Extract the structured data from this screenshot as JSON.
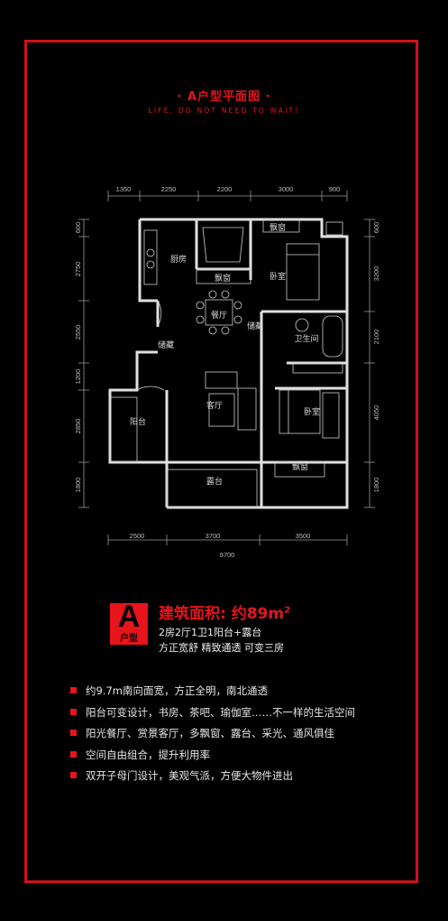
{
  "header": {
    "title": "· A户型平面图 ·",
    "slogan": "LIFE, DO NOT NEED TO WAIT!"
  },
  "plan": {
    "top_dims": [
      "1350",
      "2250",
      "2200",
      "3000",
      "900"
    ],
    "bottom_dims": [
      "2500",
      "3700",
      "3500"
    ],
    "total_width": "9700",
    "left_dims": [
      "600",
      "2750",
      "2550",
      "1200",
      "2850",
      "1800"
    ],
    "right_dims": [
      "600",
      "3200",
      "2100",
      "4050",
      "1800"
    ],
    "rooms": {
      "kitchen": "厨房",
      "bay_window_top": "飘窗",
      "bay_window_mid": "飘窗",
      "bedroom_top": "卧室",
      "dining": "餐厅",
      "storage_left": "储藏",
      "storage_right": "储藏",
      "bathroom": "卫生间",
      "living": "客厅",
      "balcony": "阳台",
      "bedroom_bottom": "卧室",
      "bay_window_bottom": "飘窗",
      "terrace": "露台"
    }
  },
  "badge": {
    "letter": "A",
    "type_label": "户型"
  },
  "summary": {
    "area_label": "建筑面积: 约89m",
    "area_sup": "2",
    "layout": "2房2厅1卫1阳台+露台",
    "tagline": "方正宽舒  精致通透  可变三房"
  },
  "features": [
    "约9.7m南向面宽，方正全明，南北通透",
    "阳台可变设计，书房、茶吧、瑜伽室……不一样的生活空间",
    "阳光餐厅、赏景客厅，多飘窗、露台、采光、通风俱佳",
    "空间自由组合，提升利用率",
    "双开子母门设计，美观气派，方便大物件进出"
  ],
  "colors": {
    "accent": "#e8141c",
    "background": "#000000",
    "wall": "#e0e0e0"
  }
}
